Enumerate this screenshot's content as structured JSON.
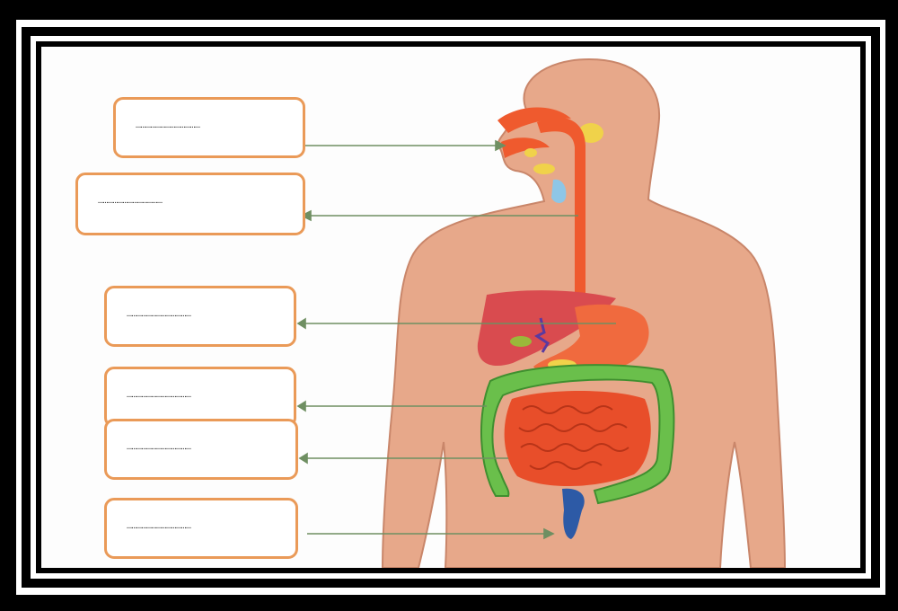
{
  "diagram": {
    "type": "digestive-system-worksheet",
    "colors": {
      "box_border": "#ea9a58",
      "arrow": "#6f8f62",
      "skin": "#e7a88a",
      "esophagus": "#ef5a2e",
      "liver": "#d94b4f",
      "stomach": "#f06a3e",
      "large_intestine": "#6abf4b",
      "small_intestine": "#e84e2a",
      "gland": "#f0d24a",
      "rectum": "#2d5aa6"
    },
    "labels": [
      {
        "text": "…………………………………",
        "points_to": "mouth"
      },
      {
        "text": "…………………………………",
        "points_to": "esophagus"
      },
      {
        "text": "…………………………………",
        "points_to": "stomach"
      },
      {
        "text": "…………………………………",
        "points_to": "large-intestine"
      },
      {
        "text": "…………………………………",
        "points_to": "small-intestine"
      },
      {
        "text": "…………………………………",
        "points_to": "rectum"
      }
    ]
  }
}
